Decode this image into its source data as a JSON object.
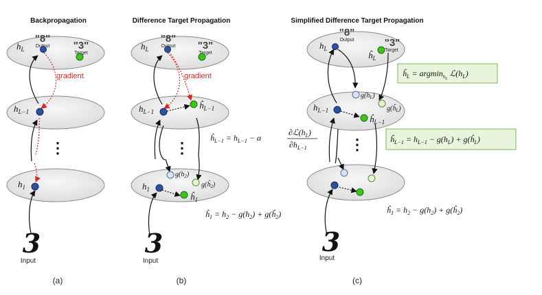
{
  "panels": {
    "a": {
      "title": "Backpropagation",
      "caption": "(a)"
    },
    "b": {
      "title": "Difference Target Propagation",
      "caption": "(b)"
    },
    "c": {
      "title": "Simplified Difference Target Propagation",
      "caption": "(c)"
    }
  },
  "common": {
    "output_digit": "\"8\"",
    "target_digit": "\"3\"",
    "output_word": "Output",
    "target_word": "Target",
    "input_word": "Input",
    "input_digit": "3",
    "gradient": "gradient",
    "dots": "⋮"
  },
  "labels": {
    "hL": "h_L",
    "hL1": "h_{L−1}",
    "h1": "h_1",
    "hhatL": "ĥ_L",
    "hhatL1": "ĥ_{L−1}",
    "hhat1": "ĥ_1",
    "g_hL": "g(h_L)",
    "g_hhatL": "g(ĥ_L)",
    "g_h2": "g(h_2)",
    "g_hhat2": "g(ĥ_2)"
  },
  "equations": {
    "b_update": "ĥ_{L−1} = h_{L−1} − α ∂ℒ(h_L) / ∂h_{L−1}",
    "b_bottom": "ĥ_1 = h_2 − g(h_2) + g(ĥ_2)",
    "c_box1": "ĥ_L = argmin_{h_L} ℒ(h_L)",
    "c_box2": "ĥ_{L−1} = h_{L−1} − g(h_L) + g(ĥ_L)",
    "c_bottom": "ĥ_1 = h_2 − g(h_2) + g(ĥ_2)"
  },
  "colors": {
    "hidden_node": "#2b52a0",
    "target_node": "#3ec41b",
    "gradient": "#e0241b",
    "eq_box": "#e8f5dc"
  }
}
